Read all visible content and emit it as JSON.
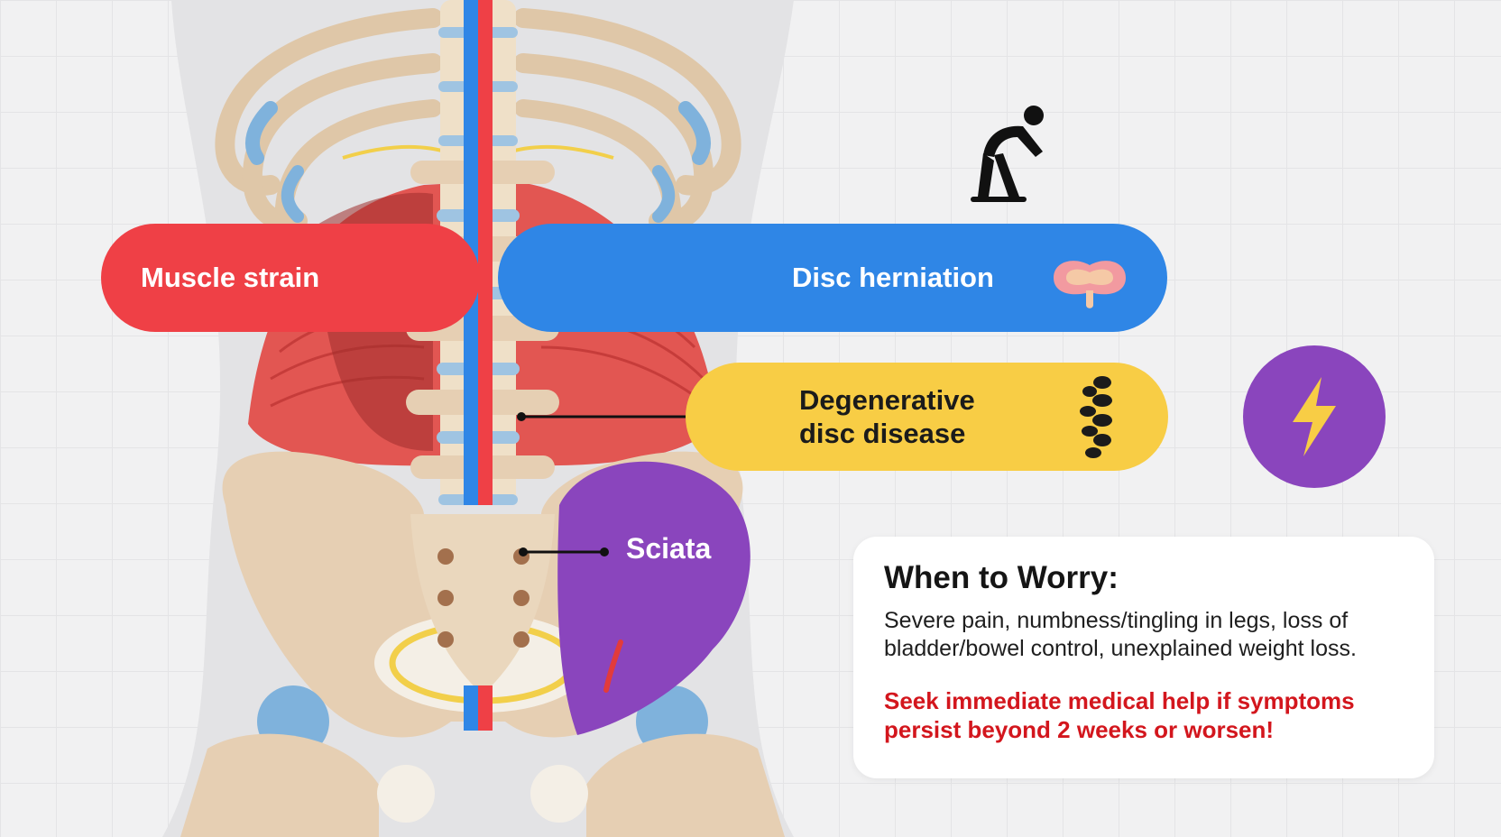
{
  "labels": {
    "muscle_strain": "Muscle strain",
    "disc_herniation": "Disc herniation",
    "degenerative_line1": "Degenerative",
    "degenerative_line2": "disc disease",
    "sciata": "Sciata"
  },
  "worry": {
    "title": "When to Worry:",
    "body": "Severe pain, numbness/tingling in legs, loss of bladder/bowel control, unexplained weight loss.",
    "alert": "Seek immediate medical help if symptoms persist beyond 2 weeks or worsen!"
  },
  "icons": {
    "person": "bent-over-person-icon",
    "disc": "herniated-disc-icon",
    "spine": "spine-segments-icon",
    "lightning": "lightning-bolt-icon"
  },
  "colors": {
    "muscle_strain": "#ef4046",
    "disc_herniation": "#2f86e6",
    "degenerative": "#f8cd45",
    "sciata": "#8a45bd",
    "alert_text": "#d3161d"
  }
}
